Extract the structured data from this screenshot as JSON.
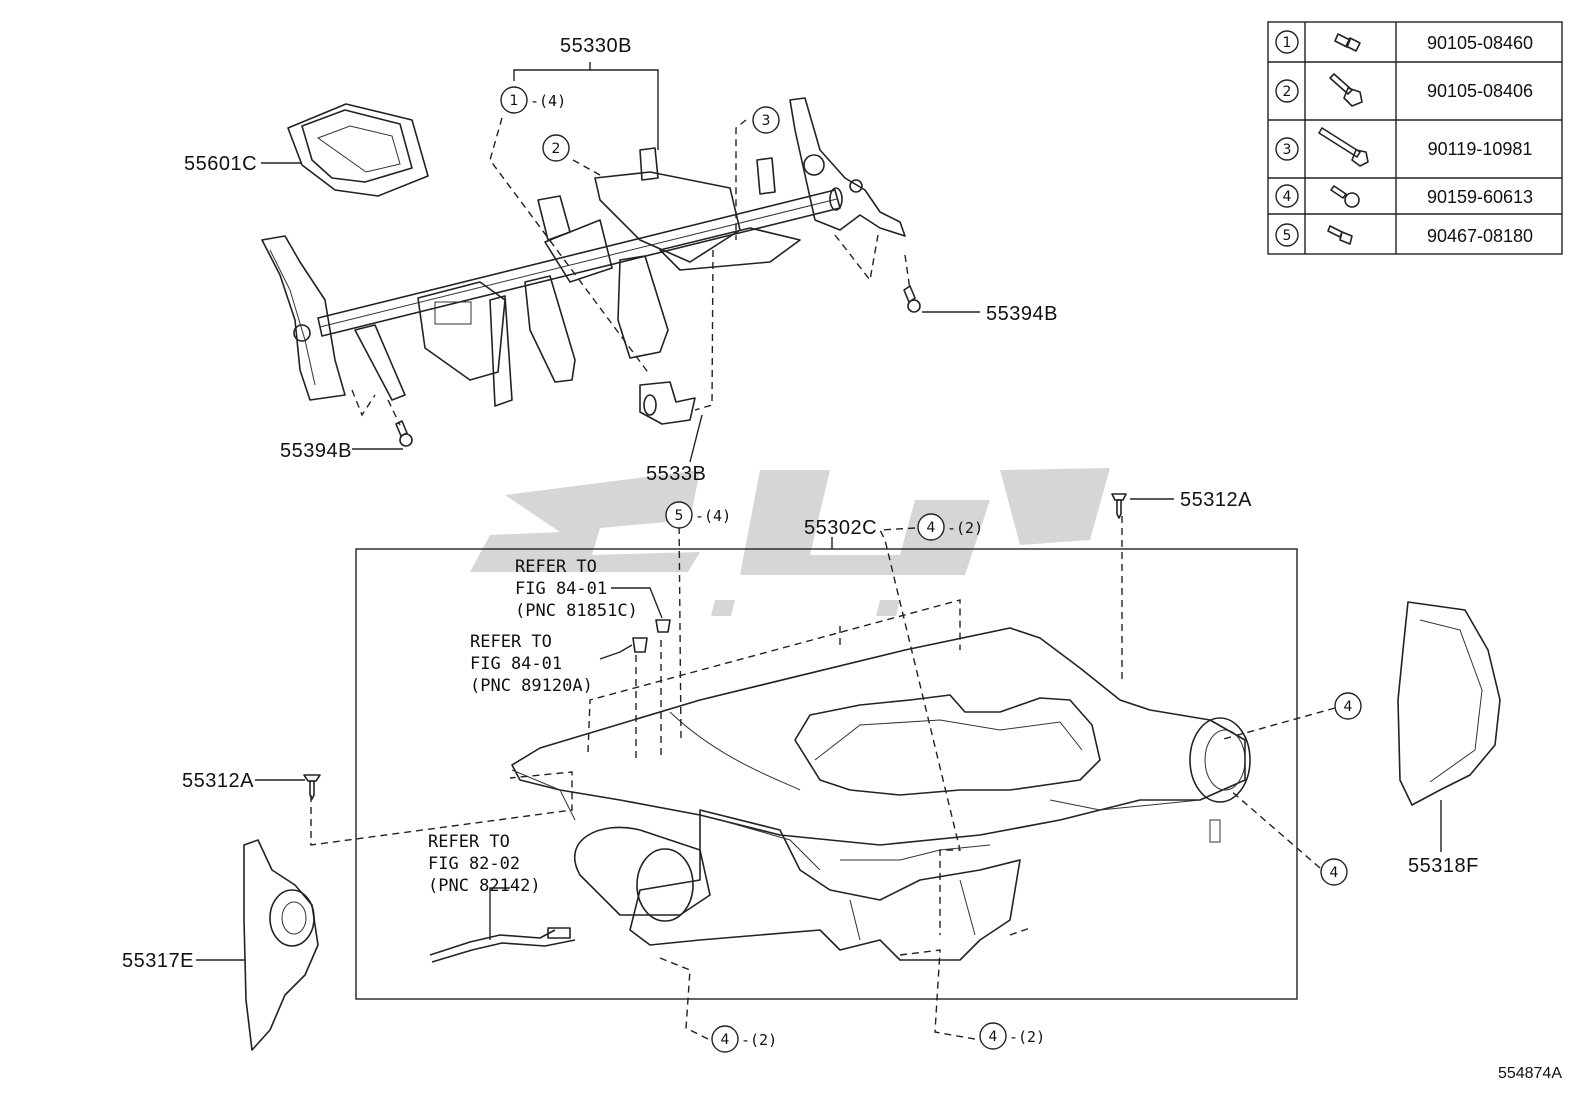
{
  "fastener_table": [
    {
      "num": "1",
      "part_no": "90105-08460"
    },
    {
      "num": "2",
      "part_no": "90105-08406"
    },
    {
      "num": "3",
      "part_no": "90119-10981"
    },
    {
      "num": "4",
      "part_no": "90159-60613"
    },
    {
      "num": "5",
      "part_no": "90467-08180"
    }
  ],
  "labels": {
    "reinforcement": "55330B",
    "tray": "55601C",
    "bolt_right": "55394B",
    "bolt_left": "55394B",
    "bracket": "5533B",
    "panel": "55302C",
    "clip_top": "55312A",
    "clip_left": "55312A",
    "side_cover_right": "55318F",
    "side_cover_left": "55317E"
  },
  "callouts": {
    "c1": {
      "num": "1",
      "qty": "-(4)"
    },
    "c2": {
      "num": "2"
    },
    "c3": {
      "num": "3"
    },
    "c5": {
      "num": "5",
      "qty": "-(4)"
    },
    "c4_top": {
      "num": "4",
      "qty": "-(2)"
    },
    "c4_right_a": {
      "num": "4"
    },
    "c4_right_b": {
      "num": "4"
    },
    "c4_bottom_a": {
      "num": "4",
      "qty": "-(2)"
    },
    "c4_bottom_b": {
      "num": "4",
      "qty": "-(2)"
    }
  },
  "notes": {
    "refer1": [
      "REFER TO",
      "FIG 84-01",
      "(PNC 81851C)"
    ],
    "refer2": [
      "REFER TO",
      "FIG 84-01",
      "(PNC 89120A)"
    ],
    "refer3": [
      "REFER TO",
      "FIG 82-02",
      "(PNC 82142)"
    ]
  },
  "figure_id": "554874A"
}
